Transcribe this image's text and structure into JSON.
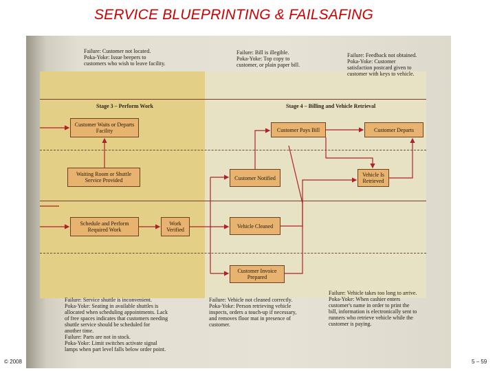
{
  "title": "SERVICE BLUEPRINTING & FAILSAFING",
  "stages": {
    "stage3": "Stage 3 – Perform Work",
    "stage4": "Stage 4 – Billing and Vehicle Retrieval"
  },
  "boxes": {
    "customer_waits": "Customer Waits or Departs Facility",
    "waiting_room": "Waiting Room or Shuttle Service Provided",
    "schedule_perform": "Schedule and Perform Required Work",
    "work_verified": "Work Verified",
    "customer_pays": "Customer Pays Bill",
    "customer_departs": "Customer Departs",
    "customer_notified": "Customer Notified",
    "vehicle_retrieved": "Vehicle Is Retrieved",
    "vehicle_cleaned": "Vehicle Cleaned",
    "customer_invoice": "Customer Invoice Prepared"
  },
  "notes_top": {
    "n1": [
      "Failure: Customer not located.",
      "Poka-Yoke: Issue beepers to",
      "customers who wish to leave facility."
    ],
    "n2": [
      "Failure: Bill is illegible.",
      "Poka-Yoke: Top copy to",
      "customer, or plain paper bill."
    ],
    "n3": [
      "Failure: Feedback not obtained.",
      "Poka-Yoke: Customer",
      "satisfaction postcard given to",
      "customer with keys to vehicle."
    ]
  },
  "notes_bottom": {
    "n1": [
      "Failure: Service shuttle is inconvenient.",
      "Poka-Yoke: Seating in available shuttles is",
      "allocated when scheduling appointments. Lack",
      "of free spaces indicates that customers needing",
      "shuttle service should be scheduled for",
      "another time.",
      "Failure: Parts are not in stock.",
      "Poka-Yoke: Limit switches activate signal",
      "lamps when part level falls below order point."
    ],
    "n2": [
      "Failure: Vehicle not cleaned correctly.",
      "Poka-Yoke: Person retrieving vehicle",
      "inspects, orders a touch-up if necessary,",
      "and removes floor mat in presence of",
      "customer."
    ],
    "n3": [
      "Failure: Vehicle takes too long to arrive.",
      "Poka-Yoke: When cashier enters",
      "customer's name in order to print the",
      "bill, information is electronically sent to",
      "runners who retrieve vehicle while the",
      "customer is paying."
    ]
  },
  "footer": {
    "copyright": "© 2008",
    "page": "5 – 59"
  }
}
